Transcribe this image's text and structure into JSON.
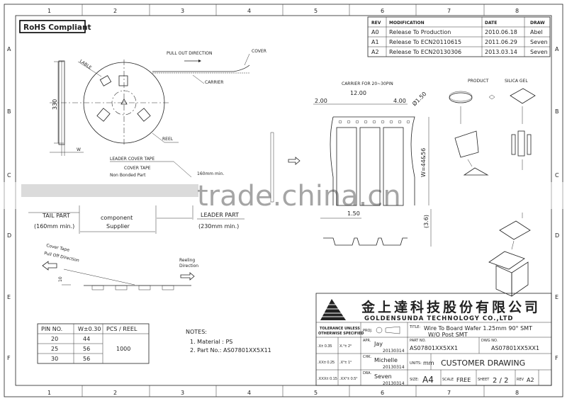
{
  "frame": {
    "columns": [
      "1",
      "2",
      "3",
      "4",
      "5",
      "6",
      "7",
      "8"
    ],
    "rows": [
      "A",
      "B",
      "C",
      "D",
      "E",
      "F"
    ]
  },
  "rohs_label": "RoHS Compliant",
  "revision_table": {
    "headers": [
      "REV",
      "MODIFICATION",
      "DATE",
      "DRAW"
    ],
    "rows": [
      [
        "A0",
        "Release To Production",
        "2010.06.18",
        "Abel"
      ],
      [
        "A1",
        "Release To ECN20110615",
        "2011.06.29",
        "Seven"
      ],
      [
        "A2",
        "Release To ECN20130306",
        "2013.03.14",
        "Seven"
      ]
    ]
  },
  "reel_view": {
    "dim_330": "330",
    "dim_w": "W",
    "lable": "LABLE",
    "reel": "REEL",
    "pull_out_direction": "PULL OUT DIRECTION",
    "cover": "COVER",
    "carrier": "CARRIER"
  },
  "tape_layout": {
    "leader_cover_tape": "LEADER COVER TAPE",
    "cover_tape": "COVER TAPE",
    "non_bonded_part": "Non Bonded Part",
    "leader_160": "160mm min.",
    "tail_part": "TAIL PART",
    "tail_160": "(160mm min.)",
    "component": "component",
    "supplier": "Supplier",
    "leader_part": "LEADER PART",
    "leader_230": "(230mm min.)",
    "cover_tape_pull": "Cover Tape",
    "pull_off_direction": "Pull Off Direction",
    "reeling": "Reeling",
    "direction": "Direction",
    "dim_10": "10"
  },
  "carrier_view": {
    "title": "CARRIER FOR 20~30PIN",
    "dim_12": "12.00",
    "dim_2": "2.00",
    "dim_4": "4.00",
    "dim_hole": "Ø1.50",
    "dim_w": "W=44&56",
    "dim_150": "1.50",
    "dim_36": "(3.6)"
  },
  "packing_view": {
    "product": "PRODUCT",
    "silica_gel": "SILICA GEL"
  },
  "pin_table": {
    "headers": [
      "PIN NO.",
      "W±0.30",
      "PCS / REEL"
    ],
    "rows": [
      [
        "20",
        "44"
      ],
      [
        "25",
        "56"
      ],
      [
        "30",
        "56"
      ]
    ],
    "pcs_per_reel": "1000"
  },
  "notes": {
    "title": "NOTES:",
    "items": [
      "1. Material : PS",
      "2. Part No.: AS07801XX5X11"
    ]
  },
  "title_block": {
    "company_cn": "金上達科技股份有限公司",
    "company_en": "GOLDENSUNDA TECHNOLOGY CO.,LTD",
    "tolerance_1": "TOLERANCE UNLESS",
    "tolerance_2": "OTHERWISE SPECIFIED",
    "proj_label": "PROJ.",
    "title_label": "TITLE:",
    "title_1": "Wire To Board Wafer 1.25mm 90° SMT",
    "title_2": "W/O Post SMT",
    "tol": [
      [
        ".X± 0.35",
        "X.°± 2°"
      ],
      [
        ".XX± 0.25",
        ".X°± 1°"
      ],
      [
        ".XXX± 0.15",
        ".XX°± 0.5°"
      ]
    ],
    "apr_label": "APR.",
    "apr_name": "Jay",
    "apr_date": "20130314",
    "chk_label": "CHK.",
    "chk_name": "Michelle",
    "chk_date": "20130314",
    "dra_label": "DRA.",
    "dra_name": "Seven",
    "dra_date": "20130314",
    "part_no_label": "PART NO.",
    "part_no": "AS07801XX5XX1",
    "dwg_no_label": "DWG NO.",
    "dwg_no": "AS07801XX5XX1",
    "units_label": "UNITS:",
    "units": "mm",
    "customer_drawing": "CUSTOMER DRAWING",
    "size_label": "SIZE:",
    "size": "A4",
    "scale_label": "SCALE",
    "scale": "FREE",
    "sheet_label": "SHEET",
    "sheet": "2 / 2",
    "rev_label": "REV",
    "rev": "A2"
  },
  "watermark": "trade.china.cn"
}
